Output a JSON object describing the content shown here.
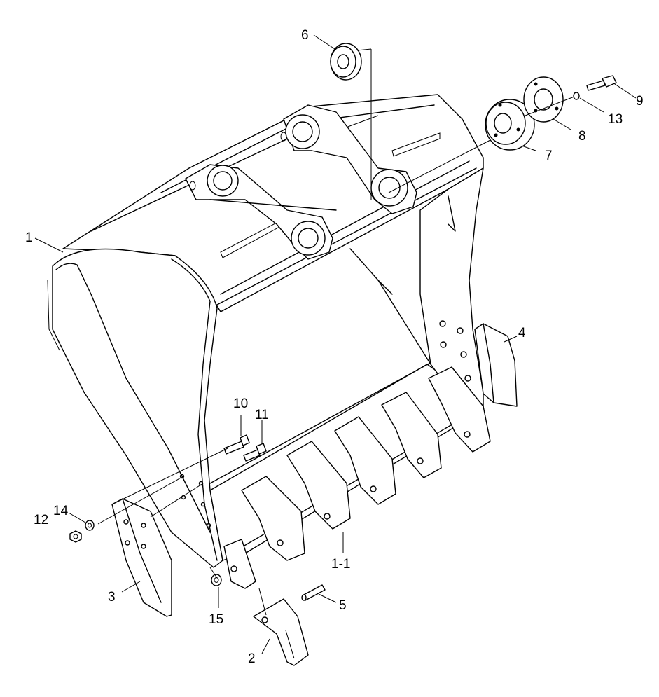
{
  "diagram": {
    "kind": "exploded parts diagram",
    "subject": "excavator bucket",
    "labels": {
      "p1": "1",
      "p1_1": "1-1",
      "p2": "2",
      "p3": "3",
      "p4": "4",
      "p5": "5",
      "p6": "6",
      "p7": "7",
      "p8": "8",
      "p9": "9",
      "p10": "10",
      "p11": "11",
      "p12": "12",
      "p13": "13",
      "p14": "14",
      "p15": "15"
    }
  }
}
